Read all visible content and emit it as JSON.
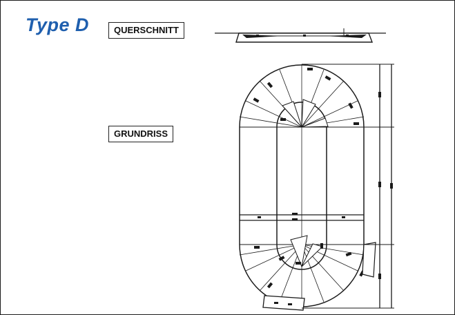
{
  "header": {
    "type_title": "Type D"
  },
  "labels": {
    "cross_section": "QUERSCHNITT",
    "floor_plan": "GRUNDRISS"
  },
  "colors": {
    "title_blue": "#1f5fae",
    "line": "#1a1a1a"
  }
}
